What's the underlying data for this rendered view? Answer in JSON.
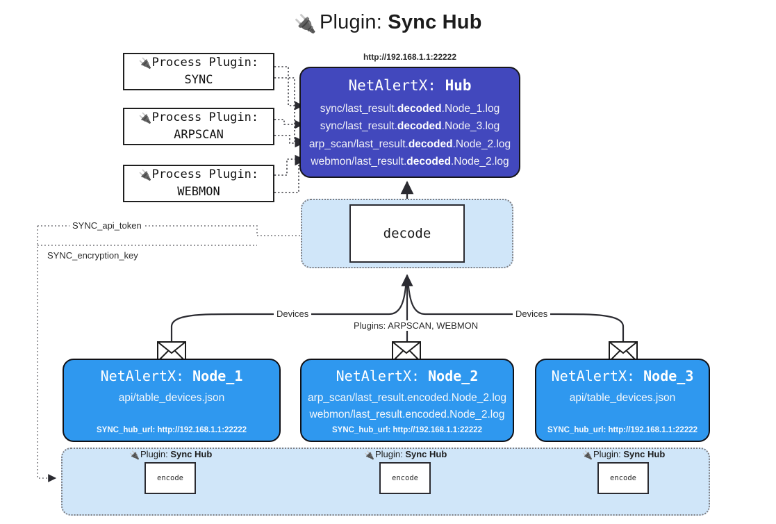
{
  "title": {
    "icon": "plug-icon",
    "prefix": "Plugin:",
    "name": "Sync Hub"
  },
  "process_plugins": [
    {
      "icon": "plug-icon",
      "line1": "Process Plugin:",
      "line2": "SYNC"
    },
    {
      "icon": "plug-icon",
      "line1": "Process Plugin:",
      "line2": "ARPSCAN"
    },
    {
      "icon": "plug-icon",
      "line1": "Process Plugin:",
      "line2": "WEBMON"
    }
  ],
  "hub": {
    "url": "http://192.168.1.1:22222",
    "title_prefix": "NetAlertX:",
    "title_name": "Hub",
    "logs": [
      {
        "pre": "sync/last_result.",
        "mid": "decoded",
        "post": ".Node_1.log"
      },
      {
        "pre": "sync/last_result.",
        "mid": "decoded",
        "post": ".Node_3.log"
      },
      {
        "pre": "arp_scan/last_result.",
        "mid": "decoded",
        "post": ".Node_2.log"
      },
      {
        "pre": "webmon/last_result.",
        "mid": "decoded",
        "post": ".Node_2.log"
      }
    ]
  },
  "decode": {
    "label": "decode"
  },
  "config_edges": [
    {
      "label": "SYNC_api_token"
    },
    {
      "label": "SYNC_encryption_key"
    }
  ],
  "flow_labels": {
    "devices_left": "Devices",
    "devices_right": "Devices",
    "plugins_center": "Plugins: ARPSCAN, WEBMON"
  },
  "nodes": [
    {
      "title_prefix": "NetAlertX:",
      "title_name": "Node_1",
      "lines": [
        "api/table_devices.json"
      ],
      "footer": "SYNC_hub_url: http://192.168.1.1:22222",
      "envelope_icon": "envelope-icon"
    },
    {
      "title_prefix": "NetAlertX:",
      "title_name": "Node_2",
      "lines": [
        "arp_scan/last_result.encoded.Node_2.log",
        "webmon/last_result.encoded.Node_2.log"
      ],
      "footer": "SYNC_hub_url: http://192.168.1.1:22222",
      "envelope_icon": "envelope-icon"
    },
    {
      "title_prefix": "NetAlertX:",
      "title_name": "Node_3",
      "lines": [
        "api/table_devices.json"
      ],
      "footer": "SYNC_hub_url: http://192.168.1.1:22222",
      "envelope_icon": "envelope-icon"
    }
  ],
  "encode_panels": [
    {
      "tag_icon": "plug-icon",
      "tag_prefix": "Plugin:",
      "tag_name": "Sync Hub",
      "label": "encode"
    },
    {
      "tag_icon": "plug-icon",
      "tag_prefix": "Plugin:",
      "tag_name": "Sync Hub",
      "label": "encode"
    },
    {
      "tag_icon": "plug-icon",
      "tag_prefix": "Plugin:",
      "tag_name": "Sync Hub",
      "label": "encode"
    }
  ],
  "colors": {
    "hub_fill": "#4248bd",
    "node_fill": "#2f98ef",
    "panel_fill": "#d0e6f9",
    "stroke": "#2b2b31",
    "dotted": "#7d7d82"
  }
}
